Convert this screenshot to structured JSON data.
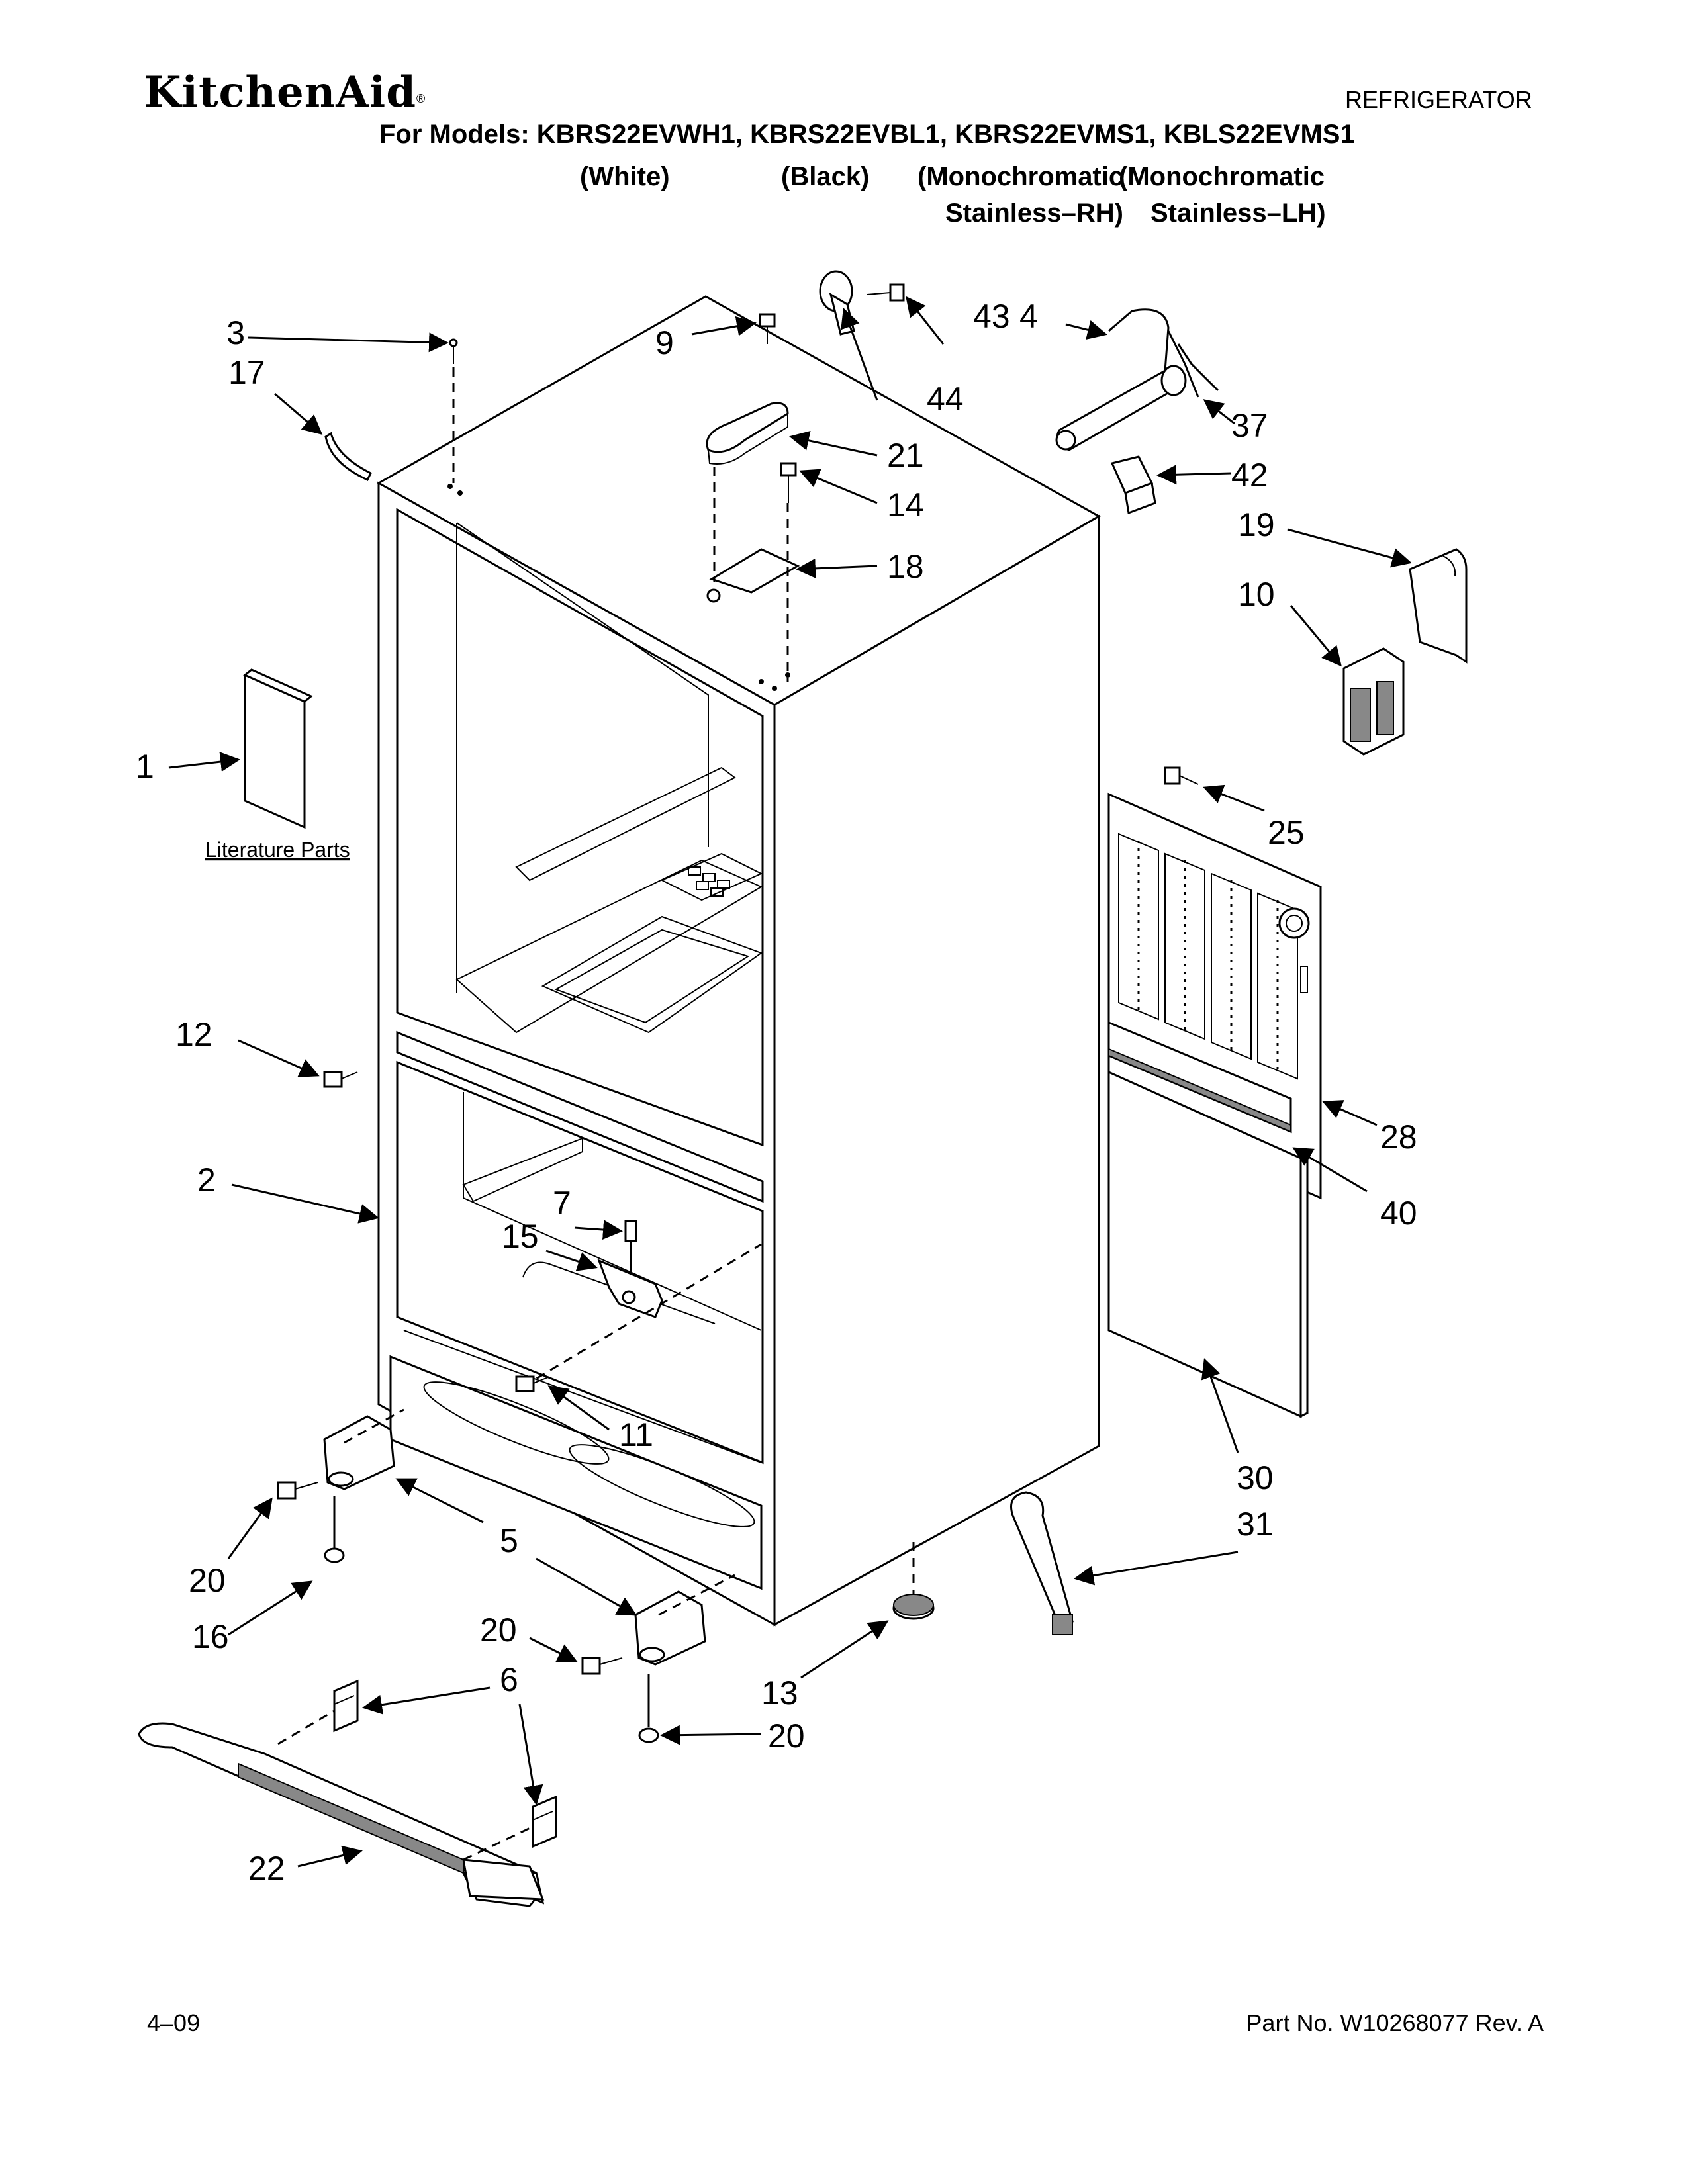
{
  "header": {
    "brand": "KitchenAid",
    "brand_mark": "®",
    "category": "REFRIGERATOR",
    "models_line": "For Models: KBRS22EVWH1, KBRS22EVBL1, KBRS22EVMS1, KBLS22EVMS1",
    "variant_white": "(White)",
    "variant_black": "(Black)",
    "variant_mono_1_top": "(Monochromatic",
    "variant_mono_1_bottom": "Stainless–RH)",
    "variant_mono_2_top": "(Monochromatic",
    "variant_mono_2_bottom": "Stainless–LH)"
  },
  "diagram": {
    "literature_label": "Literature Parts",
    "callouts": [
      "1",
      "2",
      "3",
      "4",
      "5",
      "6",
      "7",
      "9",
      "10",
      "11",
      "12",
      "13",
      "14",
      "15",
      "16",
      "17",
      "18",
      "19",
      "20",
      "20",
      "20",
      "21",
      "22",
      "25",
      "28",
      "30",
      "31",
      "37",
      "40",
      "42",
      "43",
      "44"
    ]
  },
  "footer": {
    "date": "4–09",
    "part_number": "Part No. W10268077 Rev. A"
  }
}
